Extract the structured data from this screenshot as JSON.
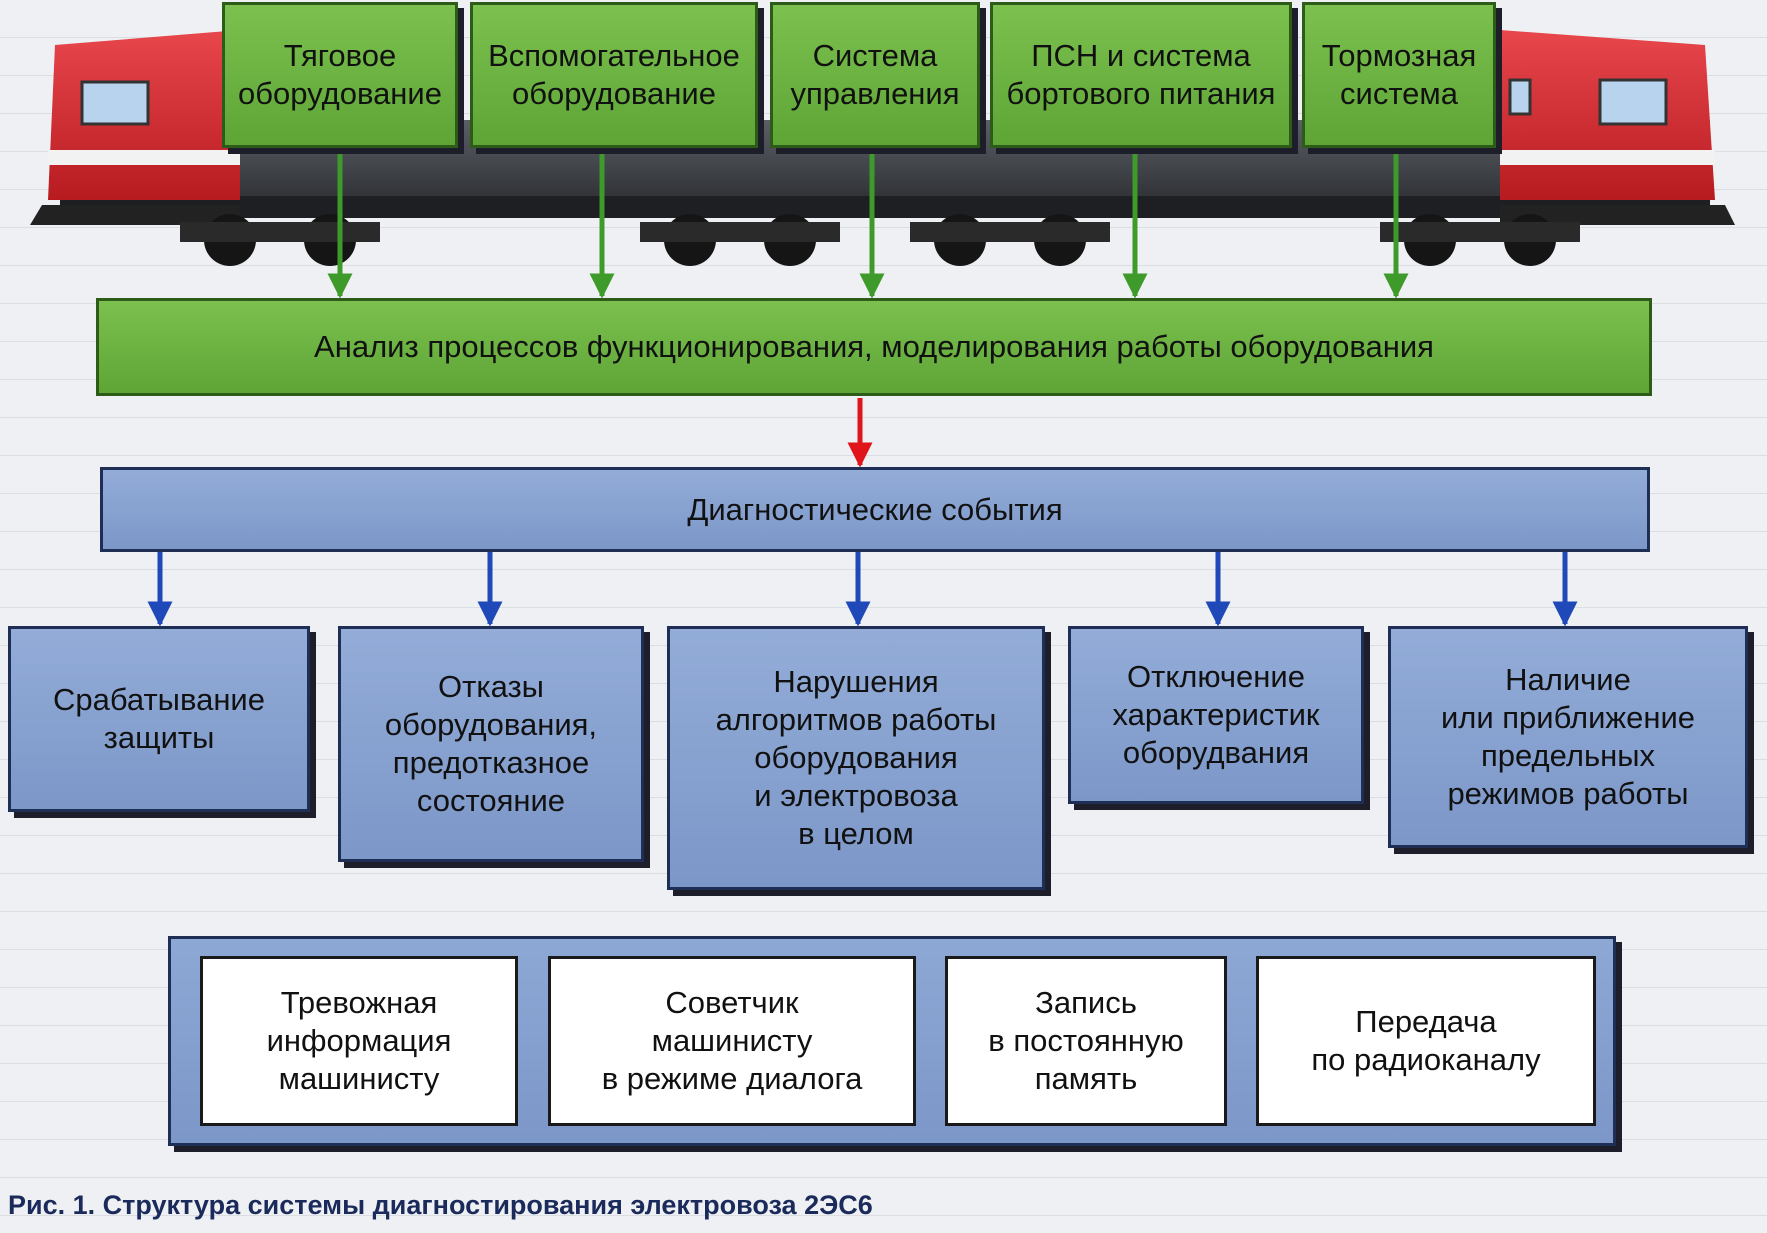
{
  "top_boxes": [
    "Тяговое\nоборудование",
    "Вспомогательное\nоборудование",
    "Система\nуправления",
    "ПСН и система\nбортового питания",
    "Тормозная\nсистема"
  ],
  "analysis_box": "Анализ процессов функционирования, моделирования работы  оборудования",
  "events_box": "Диагностические события",
  "event_types": [
    "Срабатывание\nзащиты",
    "Отказы\nоборудования,\nпредотказное\nсостояние",
    "Нарушения\nалгоритмов работы\nоборудования\nи электровоза\nв целом",
    "Отключение\nхарактеристик\nоборудвания",
    "Наличие\nили приближение\nпредельных\nрежимов работы"
  ],
  "outputs": [
    "Тревожная\nинформация\nмашинисту",
    "Советчик\nмашинисту\nв режиме диалога",
    "Запись\nв постоянную\nпамять",
    "Передача\nпо радиоканалу"
  ],
  "caption": "Рис. 1. Структура системы диагностирования электровоза 2ЭС6",
  "colors": {
    "green_box": "#6bb340",
    "blue_box": "#86a0cf",
    "arrow_green": "#3e9a2a",
    "arrow_red": "#e0151b",
    "arrow_blue": "#1f49b8",
    "locomotive_red": "#d3262c"
  }
}
